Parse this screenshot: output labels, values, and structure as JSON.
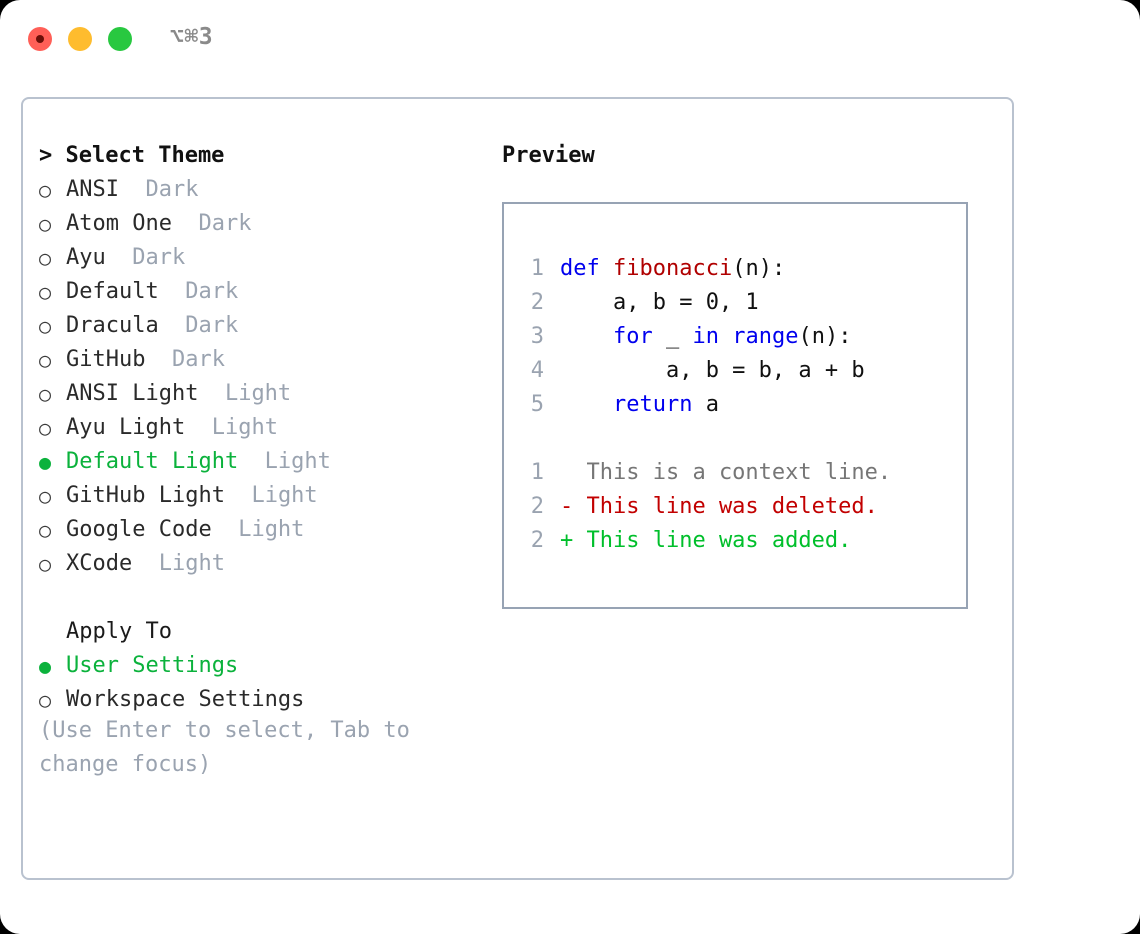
{
  "titlebar": {
    "shortcut": "⌥⌘3",
    "buttons": [
      {
        "name": "close",
        "color": "#ff5f57"
      },
      {
        "name": "minimize",
        "color": "#febc2e"
      },
      {
        "name": "maximize",
        "color": "#28c840"
      }
    ]
  },
  "theme_picker": {
    "title": "> Select Theme",
    "items": [
      {
        "bullet": "○",
        "label": "ANSI",
        "tag": "Dark",
        "selected": false
      },
      {
        "bullet": "○",
        "label": "Atom One",
        "tag": "Dark",
        "selected": false
      },
      {
        "bullet": "○",
        "label": "Ayu",
        "tag": "Dark",
        "selected": false
      },
      {
        "bullet": "○",
        "label": "Default",
        "tag": "Dark",
        "selected": false
      },
      {
        "bullet": "○",
        "label": "Dracula",
        "tag": "Dark",
        "selected": false
      },
      {
        "bullet": "○",
        "label": "GitHub",
        "tag": "Dark",
        "selected": false
      },
      {
        "bullet": "○",
        "label": "ANSI Light",
        "tag": "Light",
        "selected": false
      },
      {
        "bullet": "○",
        "label": "Ayu Light",
        "tag": "Light",
        "selected": false
      },
      {
        "bullet": "●",
        "label": "Default Light",
        "tag": "Light",
        "selected": true
      },
      {
        "bullet": "○",
        "label": "GitHub Light",
        "tag": "Light",
        "selected": false
      },
      {
        "bullet": "○",
        "label": "Google Code",
        "tag": "Light",
        "selected": false
      },
      {
        "bullet": "○",
        "label": "XCode",
        "tag": "Light",
        "selected": false
      }
    ]
  },
  "apply_to": {
    "title": "Apply To",
    "options": [
      {
        "bullet": "●",
        "label": "User Settings",
        "selected": true
      },
      {
        "bullet": "○",
        "label": "Workspace Settings",
        "selected": false
      }
    ]
  },
  "hint": "(Use Enter to select, Tab to change focus)",
  "preview": {
    "title": "Preview",
    "code_lines": [
      {
        "no": "1",
        "tokens": [
          {
            "t": "def",
            "c": "kw"
          },
          {
            "t": " ",
            "c": "pl"
          },
          {
            "t": "fibonacci",
            "c": "fn"
          },
          {
            "t": "(n):",
            "c": "pl"
          }
        ]
      },
      {
        "no": "2",
        "tokens": [
          {
            "t": "    a, b = 0, 1",
            "c": "pl"
          }
        ]
      },
      {
        "no": "3",
        "tokens": [
          {
            "t": "    ",
            "c": "pl"
          },
          {
            "t": "for",
            "c": "kw"
          },
          {
            "t": " _ ",
            "c": "pl"
          },
          {
            "t": "in",
            "c": "kw"
          },
          {
            "t": " ",
            "c": "pl"
          },
          {
            "t": "range",
            "c": "kw"
          },
          {
            "t": "(n):",
            "c": "pl"
          }
        ]
      },
      {
        "no": "4",
        "tokens": [
          {
            "t": "        a, b = b, a + b",
            "c": "pl"
          }
        ]
      },
      {
        "no": "5",
        "tokens": [
          {
            "t": "    ",
            "c": "pl"
          },
          {
            "t": "return",
            "c": "kw"
          },
          {
            "t": " a",
            "c": "pl"
          }
        ]
      }
    ],
    "diff_lines": [
      {
        "no": "1",
        "text": "  This is a context line.",
        "kind": "diff-ctx"
      },
      {
        "no": "2",
        "text": "- This line was deleted.",
        "kind": "diff-del"
      },
      {
        "no": "2",
        "text": "+ This line was added.",
        "kind": "diff-add"
      }
    ]
  },
  "colors": {
    "accent_green": "#0bb23c",
    "muted": "#9aa3b0",
    "keyword": "#0000ee",
    "function": "#b00000",
    "diff_added": "#00bf2b",
    "diff_deleted": "#c20000",
    "border": "#b9c2cf"
  }
}
